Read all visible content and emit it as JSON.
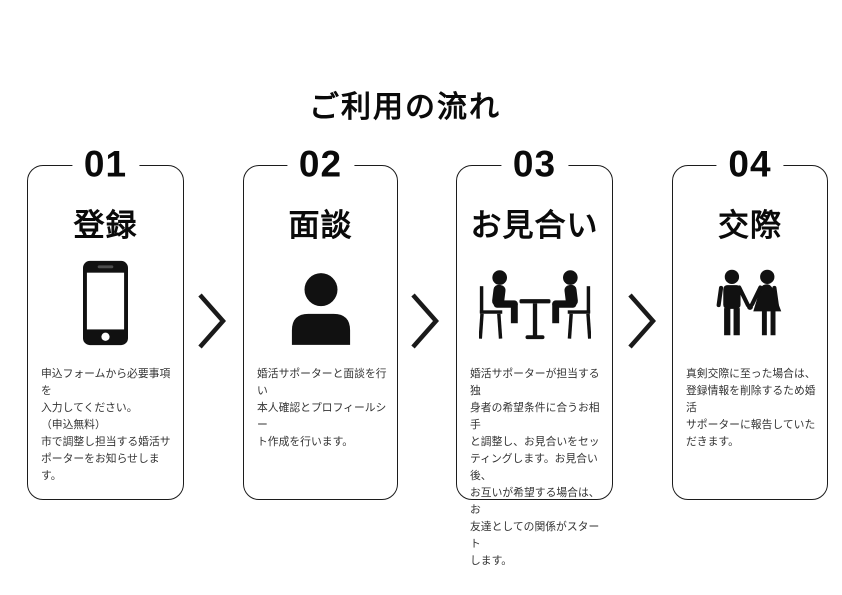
{
  "page": {
    "title": "ご利用の流れ",
    "background_color": "#ffffff",
    "text_color": "#111111",
    "accent_color": "#1a1a1a"
  },
  "flow": {
    "connector_icon": "chevron-right-icon",
    "steps": [
      {
        "number": "01",
        "heading": "登録",
        "icon": "smartphone-icon",
        "description": "申込フォームから必要事項を\n入力してください。\n（申込無料）\n市で調整し担当する婚活サ\nポーターをお知らせします。"
      },
      {
        "number": "02",
        "heading": "面談",
        "icon": "person-icon",
        "description": "婚活サポーターと面談を行い\n本人確認とプロフィールシー\nト作成を行います。"
      },
      {
        "number": "03",
        "heading": "お見合い",
        "icon": "meeting-table-icon",
        "description": "婚活サポーターが担当する独\n身者の希望条件に合うお相手\nと調整し、お見合いをセッ\nティングします。お見合い後、\nお互いが希望する場合は、お\n友達としての関係がスタート\nします。"
      },
      {
        "number": "04",
        "heading": "交際",
        "icon": "couple-icon",
        "description": "真剣交際に至った場合は、\n登録情報を削除するため婚活\nサポーターに報告していた\nだきます。"
      }
    ]
  }
}
